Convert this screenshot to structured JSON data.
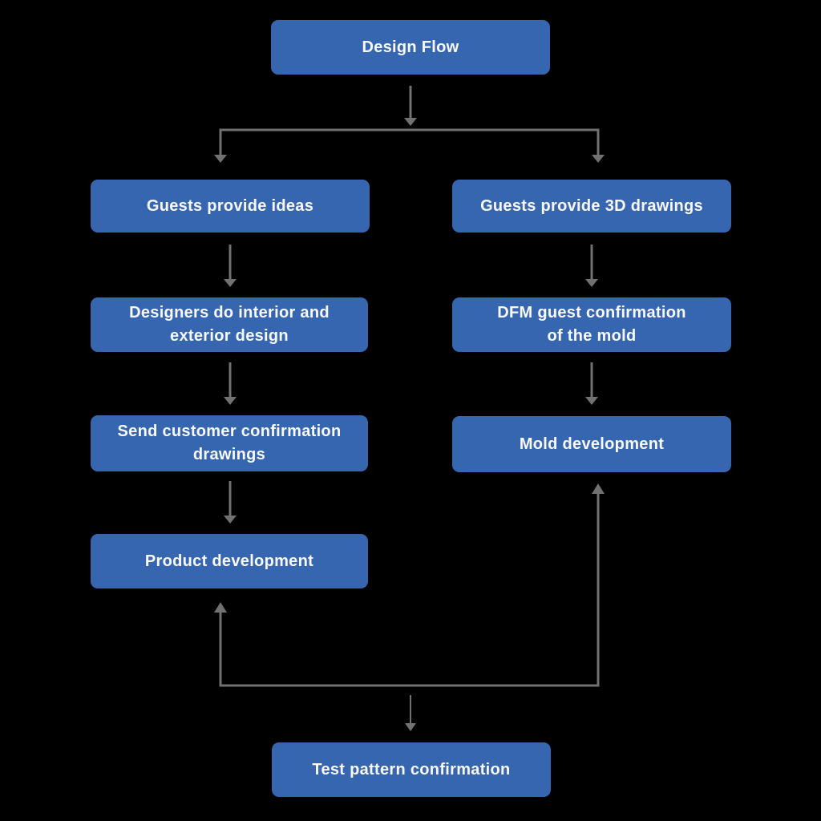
{
  "diagram_title": "Design Flow",
  "colors": {
    "node_fill": "#3766b1",
    "node_text": "#fafafa",
    "arrow": "#717171",
    "background": "#000000"
  },
  "nodes": {
    "design_flow": {
      "label": "Design Flow"
    },
    "guests_ideas": {
      "label": "Guests provide ideas"
    },
    "guests_3d": {
      "label": "Guests provide 3D drawings"
    },
    "interior_exterior": {
      "label": "Designers do interior and\nexterior design"
    },
    "dfm_confirmation": {
      "label": "DFM guest confirmation\nof the mold"
    },
    "send_drawings": {
      "label": "Send customer confirmation\ndrawings"
    },
    "mold_dev": {
      "label": "Mold development"
    },
    "product_dev": {
      "label": "Product development"
    },
    "test_pattern": {
      "label": "Test pattern confirmation"
    }
  },
  "connections": [
    {
      "from": "design-flow",
      "to": "guests-provide-ideas"
    },
    {
      "from": "design-flow",
      "to": "guests-provide-3d-drawings"
    },
    {
      "from": "guests-provide-ideas",
      "to": "designers-interior-exterior"
    },
    {
      "from": "designers-interior-exterior",
      "to": "send-customer-confirmation-drawings"
    },
    {
      "from": "send-customer-confirmation-drawings",
      "to": "product-development"
    },
    {
      "from": "guests-provide-3d-drawings",
      "to": "dfm-guest-confirmation"
    },
    {
      "from": "dfm-guest-confirmation",
      "to": "mold-development"
    },
    {
      "from": "bottom-junction",
      "to": "product-development"
    },
    {
      "from": "bottom-junction",
      "to": "mold-development"
    },
    {
      "from": "bottom-junction",
      "to": "test-pattern-confirmation"
    }
  ]
}
